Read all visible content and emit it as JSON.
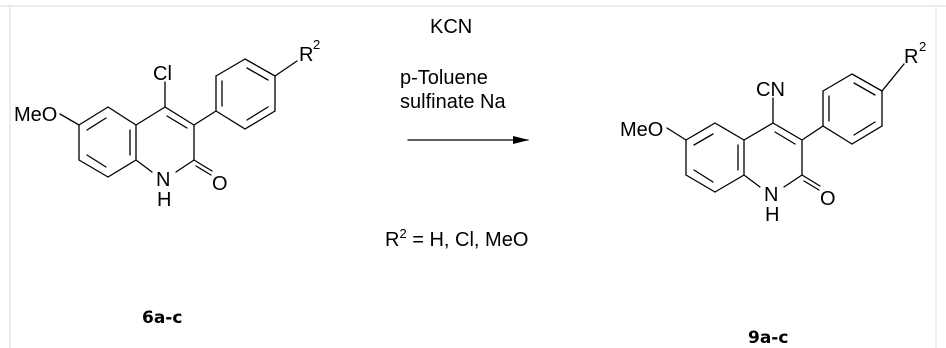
{
  "reactant": {
    "substituent_top": "Cl",
    "substituent_left": "MeO",
    "aryl_substituent": "R",
    "aryl_substituent_sup": "2",
    "nh_n": "N",
    "nh_h": "H",
    "carbonyl_o": "O",
    "compound_label": "6a-c"
  },
  "reagents": {
    "line1": "KCN",
    "line2": "p-Toluene",
    "line3": "sulfinate Na",
    "r_symbol": "R",
    "r_sup": "2",
    "r_values": " = H, Cl, MeO"
  },
  "product": {
    "substituent_top": "CN",
    "substituent_left": "MeO",
    "aryl_substituent": "R",
    "aryl_substituent_sup": "2",
    "nh_n": "N",
    "nh_h": "H",
    "carbonyl_o": "O",
    "compound_label": "9a-c"
  }
}
